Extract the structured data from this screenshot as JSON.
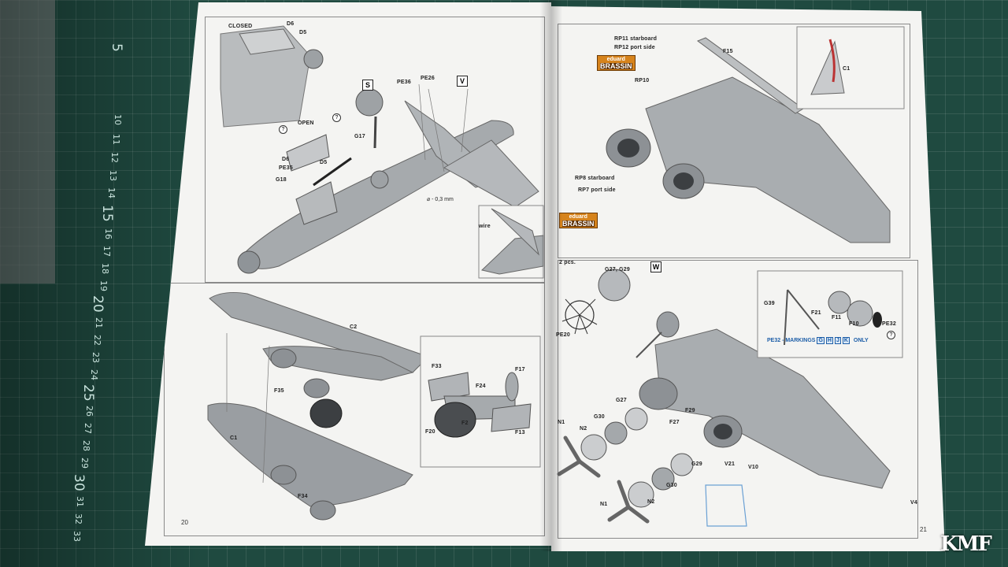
{
  "left_page": {
    "page_number": "20",
    "labels": [
      "CLOSED",
      "D6",
      "D5",
      "OPEN",
      "D6",
      "PE35",
      "D5",
      "G18",
      "G17",
      "PE36",
      "PE26",
      "wire",
      "C2",
      "F35",
      "C1",
      "F34",
      "F33",
      "F17",
      "F24",
      "F2",
      "F20",
      "F13"
    ],
    "steps": [
      "S",
      "V"
    ],
    "note": "⌀ - 0,3 mm"
  },
  "right_page": {
    "page_number": "21",
    "labels": [
      "RP11 starboard",
      "RP12 port side",
      "RP10",
      "F15",
      "C1",
      "RP8 starboard",
      "RP7 port side",
      "2 pcs.",
      "G27, G29",
      "PE20",
      "G39",
      "F21",
      "F11",
      "F10",
      "PE32",
      "G27",
      "G30",
      "N2",
      "N1",
      "F29",
      "F27",
      "G29",
      "G30",
      "N2",
      "N1",
      "V21",
      "V10",
      "V4"
    ],
    "steps": [
      "W"
    ],
    "brassin_badge": {
      "top": "eduard",
      "bottom": "BRASSIN"
    },
    "markings_note": {
      "text": "PE32 - MARKINGS",
      "letters": [
        "G",
        "H",
        "J",
        "K"
      ],
      "suffix": "ONLY"
    }
  },
  "ruler_numbers": [
    "5",
    "10",
    "11",
    "12",
    "13",
    "14",
    "15",
    "16",
    "17",
    "18",
    "19",
    "20",
    "21",
    "22",
    "23",
    "24",
    "25",
    "26",
    "27",
    "28",
    "29",
    "30",
    "31",
    "32",
    "33"
  ],
  "watermark": "KMF",
  "colors": {
    "mat": "#1f4a40",
    "paper": "#f4f4f2",
    "model_grey": "#a9adb0",
    "badge_orange": "#d6831c"
  }
}
